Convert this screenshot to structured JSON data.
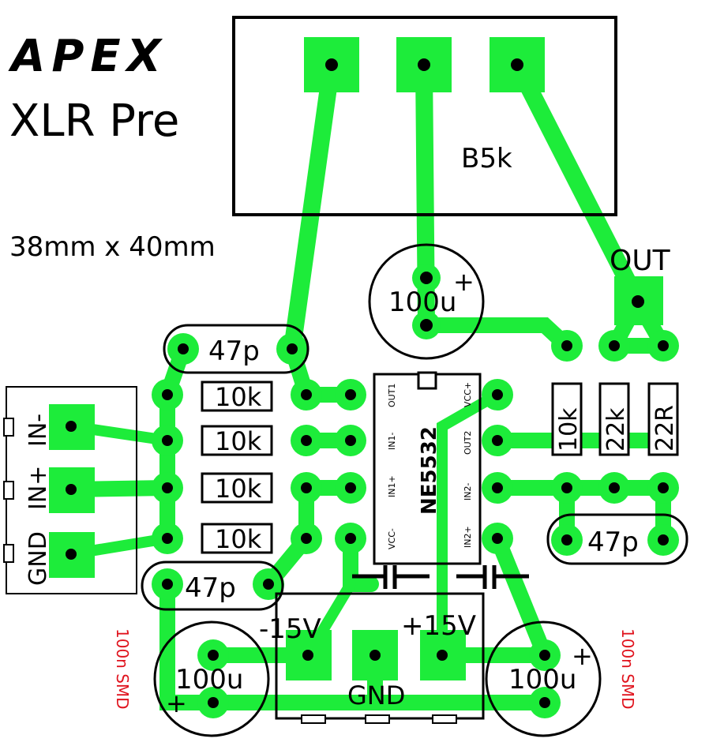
{
  "brand": {
    "logo": "APEX",
    "title": "XLR Pre",
    "size": "38mm x 40mm"
  },
  "pot": {
    "label": "B5k"
  },
  "out_label": "OUT",
  "ic": {
    "name": "NE5532",
    "pins_left": [
      "OUT1",
      "IN1-",
      "IN1+",
      "VCC-"
    ],
    "pins_right": [
      "VCC+",
      "OUT2",
      "IN2-",
      "IN2+"
    ]
  },
  "resistors": {
    "r1": "10k",
    "r2": "10k",
    "r3": "10k",
    "r4": "10k",
    "r5": "10k",
    "r6": "22k",
    "r7": "22R"
  },
  "caps": {
    "c_top": "47p",
    "c_left": "47p",
    "c_right": "47p",
    "e_top": "100u",
    "e_left": "100u",
    "e_right": "100u",
    "plus": "+"
  },
  "connector_in": [
    "IN-",
    "IN+",
    "GND"
  ],
  "power": {
    "neg": "-15V",
    "pos": "+15V",
    "gnd": "GND"
  },
  "smd_note": "100n SMD",
  "colors": {
    "copper": "#1dec3a",
    "silk": "#000000",
    "note": "#e0141e"
  }
}
